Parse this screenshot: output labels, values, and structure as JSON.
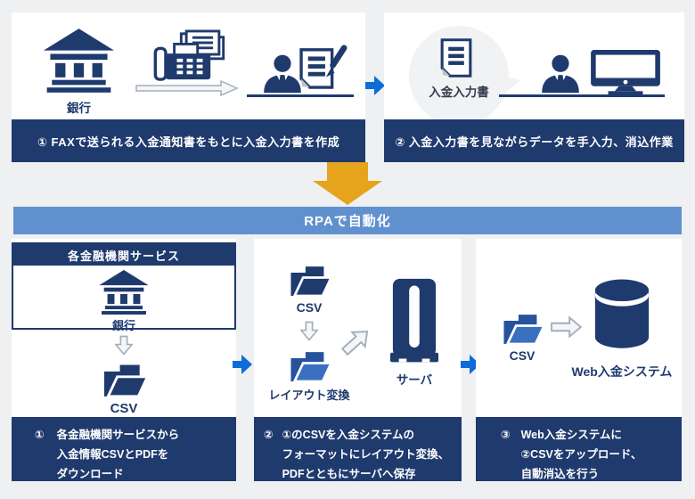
{
  "colors": {
    "navy": "#1f3a6d",
    "rpa_blue": "#6190ce",
    "arrow_blue": "#0d6cd6",
    "orange": "#e5a41c",
    "bg": "#eef0f2",
    "panel_white": "#ffffff",
    "folder_light_front": "#3b70c0",
    "folder_light_back": "#27539d",
    "gray_arrow_stroke": "#a3aebc",
    "gray_arrow_fill": "#f4f6f8",
    "bubble_gray": "#f0f2f4",
    "bubble_text": "#333c4b",
    "doc_fold": "#b9c2cc"
  },
  "manual_flow": {
    "step1": {
      "bank_label": "銀行",
      "caption": "① FAXで送られる入金通知書をもとに入金入力書を作成"
    },
    "step2": {
      "bubble_label": "入金入力書",
      "caption": "② 入金入力書を見ながらデータを手入力、消込作業"
    }
  },
  "rpa_banner": {
    "label": "RPAで自動化"
  },
  "rpa_flow": {
    "step1": {
      "service_box_title": "各金融機関サービス",
      "bank_label": "銀行",
      "folder_label": "CSV",
      "caption_no": "①",
      "caption_lines": [
        "各金融機関サービスから",
        "入金情報CSVとPDFを",
        "ダウンロード"
      ]
    },
    "step2": {
      "folder1_label": "CSV",
      "folder2_label": "レイアウト変換",
      "server_label": "サーバ",
      "caption_no": "②",
      "caption_lines": [
        "①のCSVを入金システムの",
        "フォーマットにレイアウト変換、",
        "PDFとともにサーバへ保存"
      ]
    },
    "step3": {
      "folder_label": "CSV",
      "database_label": "Web入金システム",
      "caption_no": "③",
      "caption_lines": [
        "Web入金システムに",
        "②CSVをアップロード、",
        "自動消込を行う"
      ]
    }
  }
}
